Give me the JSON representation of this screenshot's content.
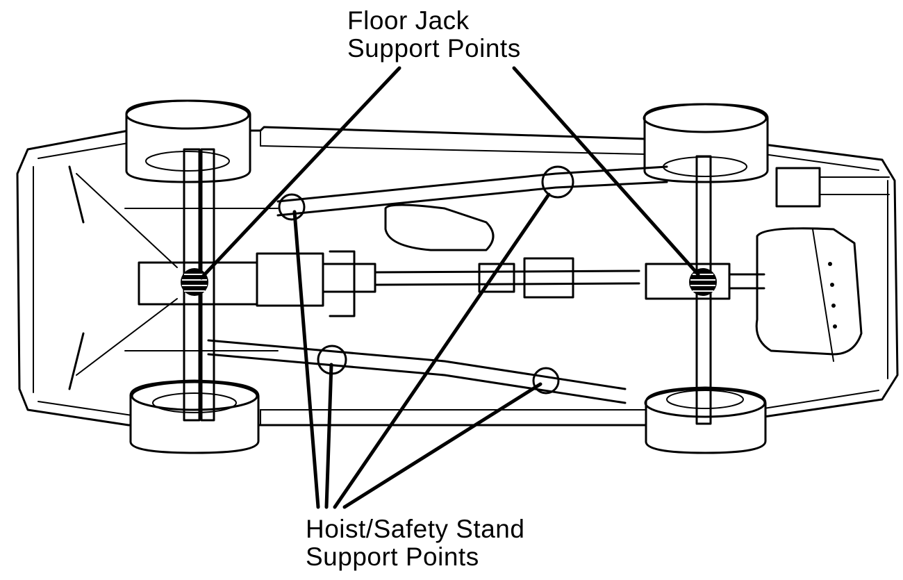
{
  "labels": {
    "floor_jack_line1": "Floor Jack",
    "floor_jack_line2": "Support Points",
    "hoist_line1": "Hoist/Safety Stand",
    "hoist_line2": "Support Points"
  },
  "colors": {
    "ink": "#000000",
    "background": "#ffffff"
  }
}
